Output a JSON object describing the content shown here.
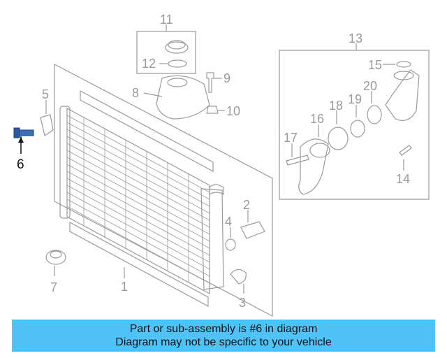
{
  "diagram": {
    "callouts": {
      "c1": "1",
      "c2": "2",
      "c3": "3",
      "c4": "4",
      "c5": "5",
      "c6": "6",
      "c7": "7",
      "c8": "8",
      "c9": "9",
      "c10": "10",
      "c11": "11",
      "c12": "12",
      "c13": "13",
      "c14": "14",
      "c15": "15",
      "c16": "16",
      "c17": "17",
      "c18": "18",
      "c19": "19",
      "c20": "20"
    },
    "highlighted_part": "6",
    "colors": {
      "line": "#9a9a9a",
      "highlight": "#111111",
      "part_blue": "#3b6fb6",
      "banner": "#4fc3f7"
    }
  },
  "banner": {
    "line1": "Part or sub-assembly is #6 in diagram",
    "line2": "Diagram may not be specific to your vehicle"
  }
}
